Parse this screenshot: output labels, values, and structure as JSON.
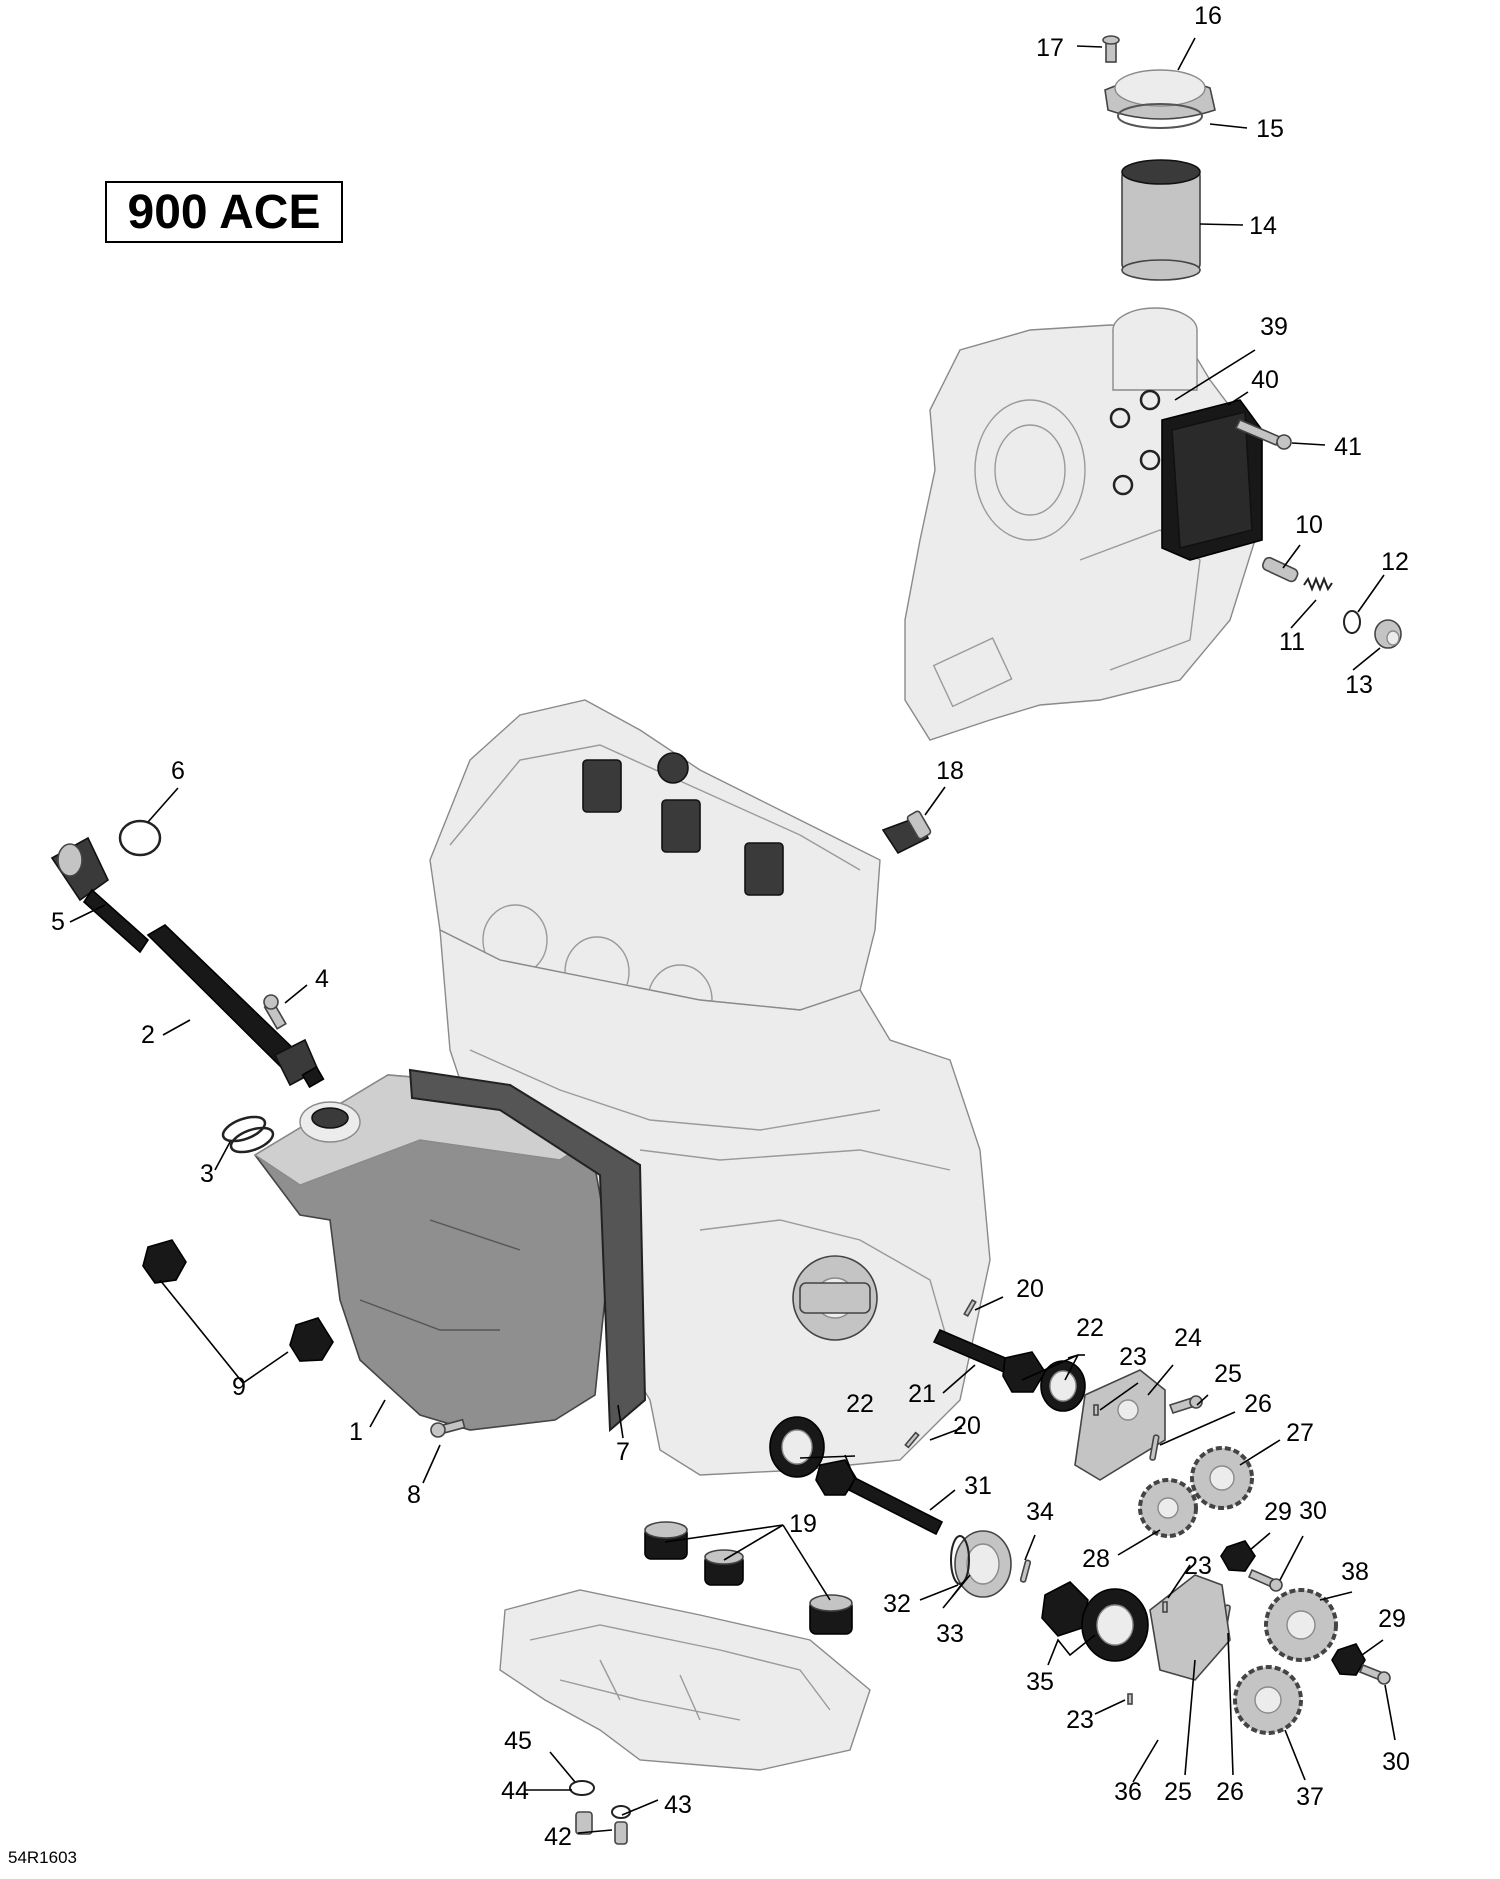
{
  "title": "900 ACE",
  "reference_code": "54R1603",
  "callouts": [
    "1",
    "2",
    "3",
    "4",
    "5",
    "6",
    "7",
    "8",
    "9",
    "10",
    "11",
    "12",
    "13",
    "14",
    "15",
    "16",
    "17",
    "18",
    "19",
    "20",
    "20",
    "21",
    "22",
    "22",
    "23",
    "23",
    "23",
    "24",
    "25",
    "25",
    "26",
    "26",
    "27",
    "28",
    "29",
    "29",
    "30",
    "30",
    "31",
    "32",
    "33",
    "34",
    "35",
    "36",
    "37",
    "38",
    "39",
    "40",
    "41",
    "42",
    "43",
    "44",
    "45"
  ],
  "colors": {
    "line": "#000000",
    "part_light": "#ececec",
    "part_mid": "#c4c4c4",
    "part_dark": "#3a3a3a"
  }
}
